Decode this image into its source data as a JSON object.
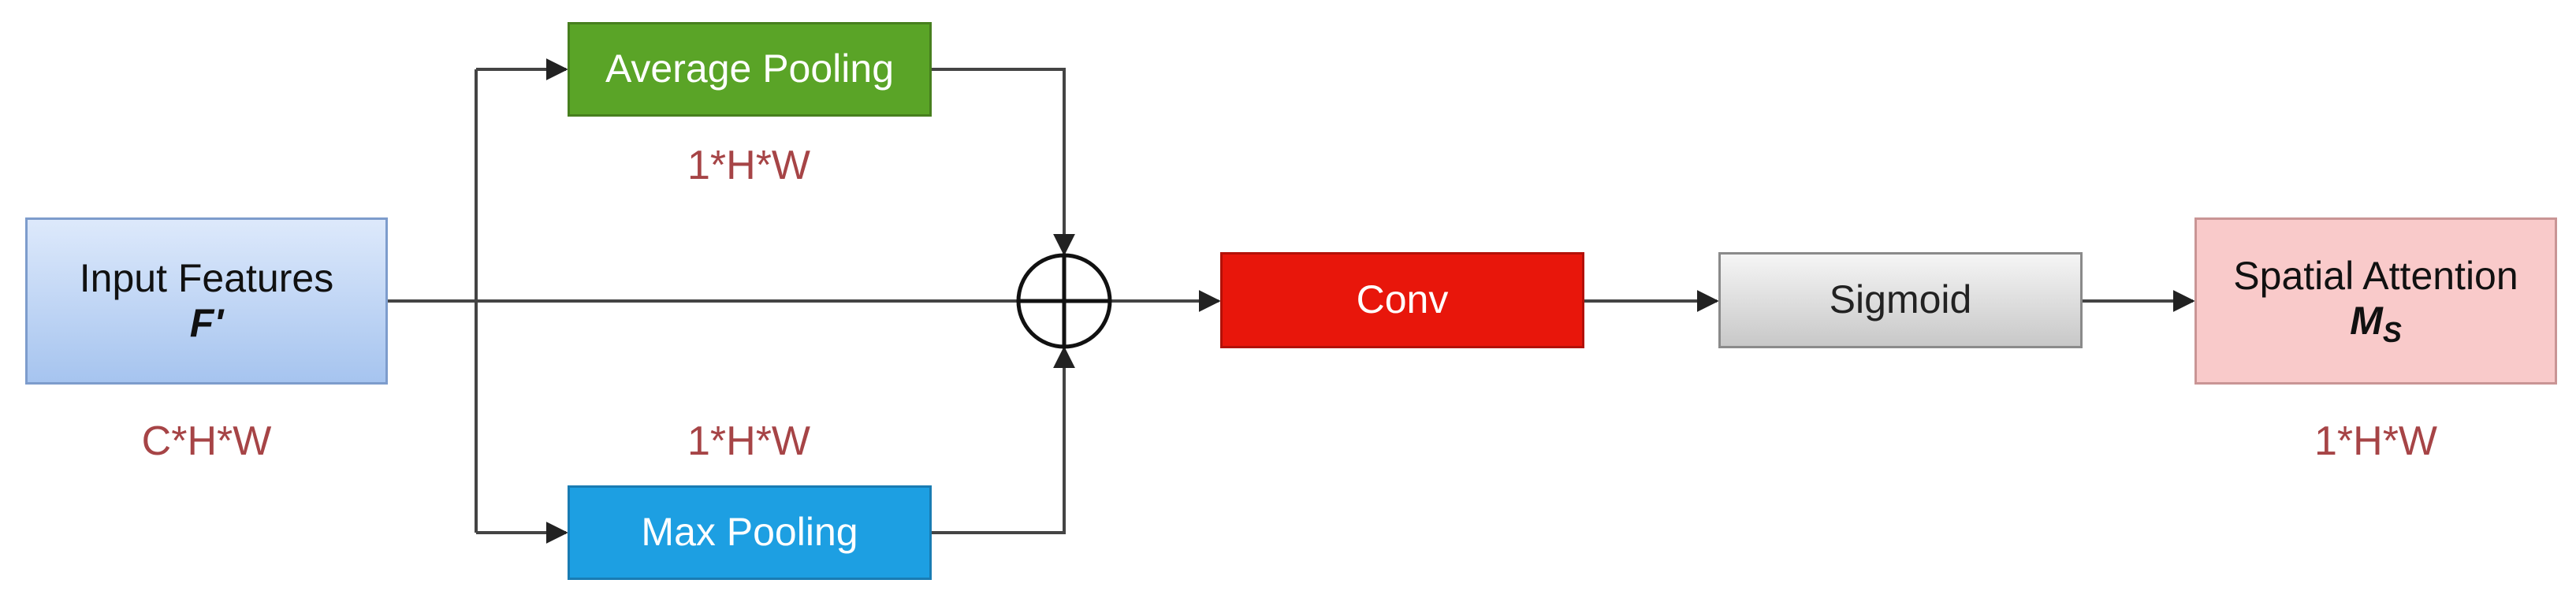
{
  "nodes": {
    "input": {
      "label": "Input Features",
      "symbol": "F'",
      "dims": "C*H*W"
    },
    "avg_pool": {
      "label": "Average Pooling",
      "dims": "1*H*W"
    },
    "max_pool": {
      "label": "Max Pooling",
      "dims": "1*H*W"
    },
    "conv": {
      "label": "Conv"
    },
    "sigmoid": {
      "label": "Sigmoid"
    },
    "spatial": {
      "label": "Spatial Attention",
      "symbol": "M",
      "symbol_sub": "S",
      "dims": "1*H*W"
    }
  },
  "operator": {
    "type": "element-wise-sum",
    "glyph": "circle-plus"
  },
  "colors": {
    "avg_pool": "#5aa427",
    "max_pool": "#1d9fe2",
    "conv": "#e8160b",
    "dims_text": "#a64446"
  }
}
